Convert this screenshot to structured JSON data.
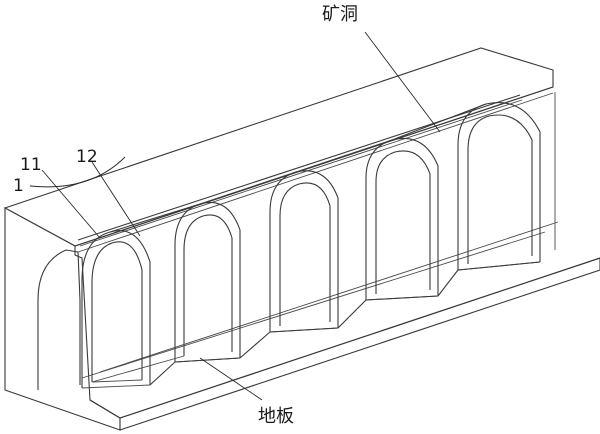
{
  "labels": {
    "tunnel": "矿洞",
    "floor": "地板",
    "part_1": "1",
    "part_11": "11",
    "part_12": "12"
  }
}
